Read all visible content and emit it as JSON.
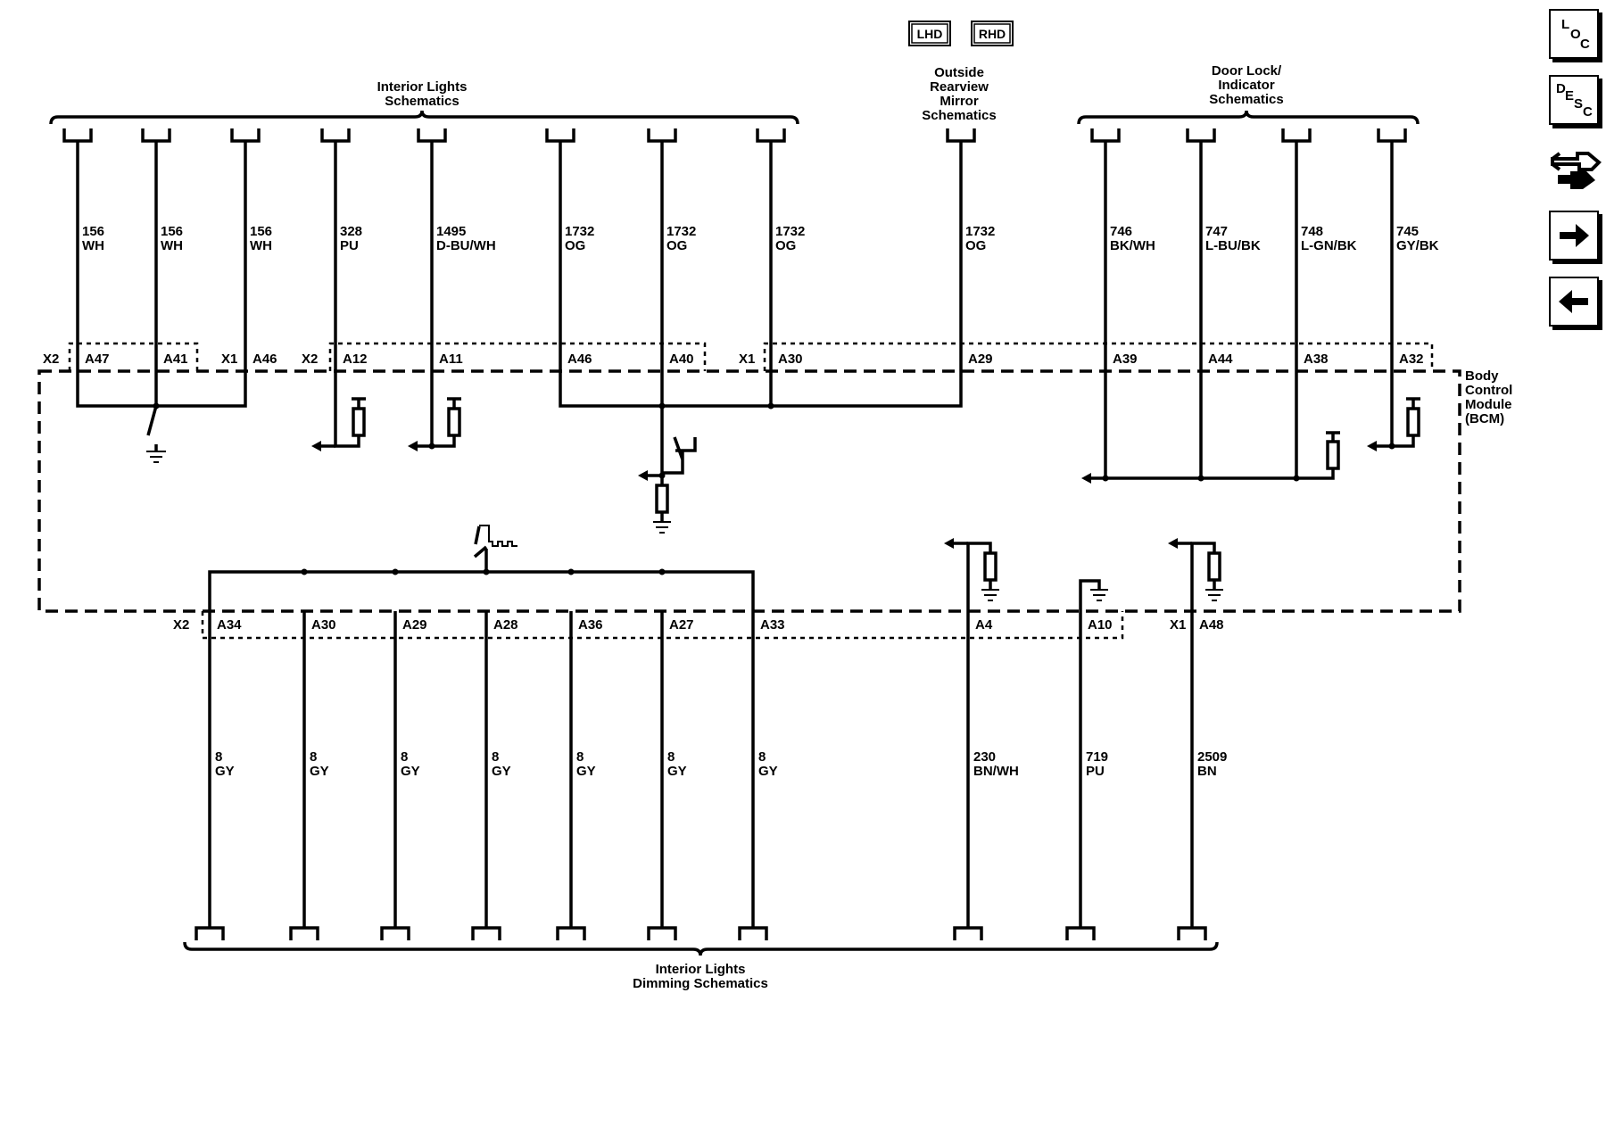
{
  "hand_buttons": {
    "lhd": "LHD",
    "rhd": "RHD"
  },
  "nav_icons": {
    "loc": [
      "L",
      "O",
      "C"
    ],
    "desc": [
      "D",
      "E",
      "S",
      "C"
    ],
    "connector": "connector-icon",
    "next": "arrow-right-icon",
    "back": "arrow-left-icon"
  },
  "groups": {
    "interior_lights": [
      "Interior Lights",
      "Schematics"
    ],
    "mirror": [
      "Outside",
      "Rearview",
      "Mirror",
      "Schematics"
    ],
    "door_lock": [
      "Door Lock/",
      "Indicator",
      "Schematics"
    ],
    "dimming": [
      "Interior Lights",
      "Dimming Schematics"
    ]
  },
  "module": [
    "Body",
    "Control",
    "Module",
    "(BCM)"
  ],
  "top_wires": [
    {
      "circuit": "156",
      "color": "WH",
      "pin": "A47"
    },
    {
      "circuit": "156",
      "color": "WH",
      "pin": "A41"
    },
    {
      "circuit": "156",
      "color": "WH",
      "pin": "A46"
    },
    {
      "circuit": "328",
      "color": "PU",
      "pin": "A12"
    },
    {
      "circuit": "1495",
      "color": "D-BU/WH",
      "pin": "A11"
    },
    {
      "circuit": "1732",
      "color": "OG",
      "pin": "A46"
    },
    {
      "circuit": "1732",
      "color": "OG",
      "pin": "A40"
    },
    {
      "circuit": "1732",
      "color": "OG",
      "pin": "A30"
    },
    {
      "circuit": "1732",
      "color": "OG",
      "pin": "A29"
    },
    {
      "circuit": "746",
      "color": "BK/WH",
      "pin": "A39"
    },
    {
      "circuit": "747",
      "color": "L-BU/BK",
      "pin": "A44"
    },
    {
      "circuit": "748",
      "color": "L-GN/BK",
      "pin": "A38"
    },
    {
      "circuit": "745",
      "color": "GY/BK",
      "pin": "A32"
    }
  ],
  "top_connectors": [
    "X2",
    "X1",
    "X2",
    "X1"
  ],
  "bottom_wires": [
    {
      "circuit": "8",
      "color": "GY",
      "pin": "A34"
    },
    {
      "circuit": "8",
      "color": "GY",
      "pin": "A30"
    },
    {
      "circuit": "8",
      "color": "GY",
      "pin": "A29"
    },
    {
      "circuit": "8",
      "color": "GY",
      "pin": "A28"
    },
    {
      "circuit": "8",
      "color": "GY",
      "pin": "A36"
    },
    {
      "circuit": "8",
      "color": "GY",
      "pin": "A27"
    },
    {
      "circuit": "8",
      "color": "GY",
      "pin": "A33"
    },
    {
      "circuit": "230",
      "color": "BN/WH",
      "pin": "A4"
    },
    {
      "circuit": "719",
      "color": "PU",
      "pin": "A10"
    },
    {
      "circuit": "2509",
      "color": "BN",
      "pin": "A48"
    }
  ],
  "bottom_connectors": [
    "X2",
    "X1"
  ]
}
